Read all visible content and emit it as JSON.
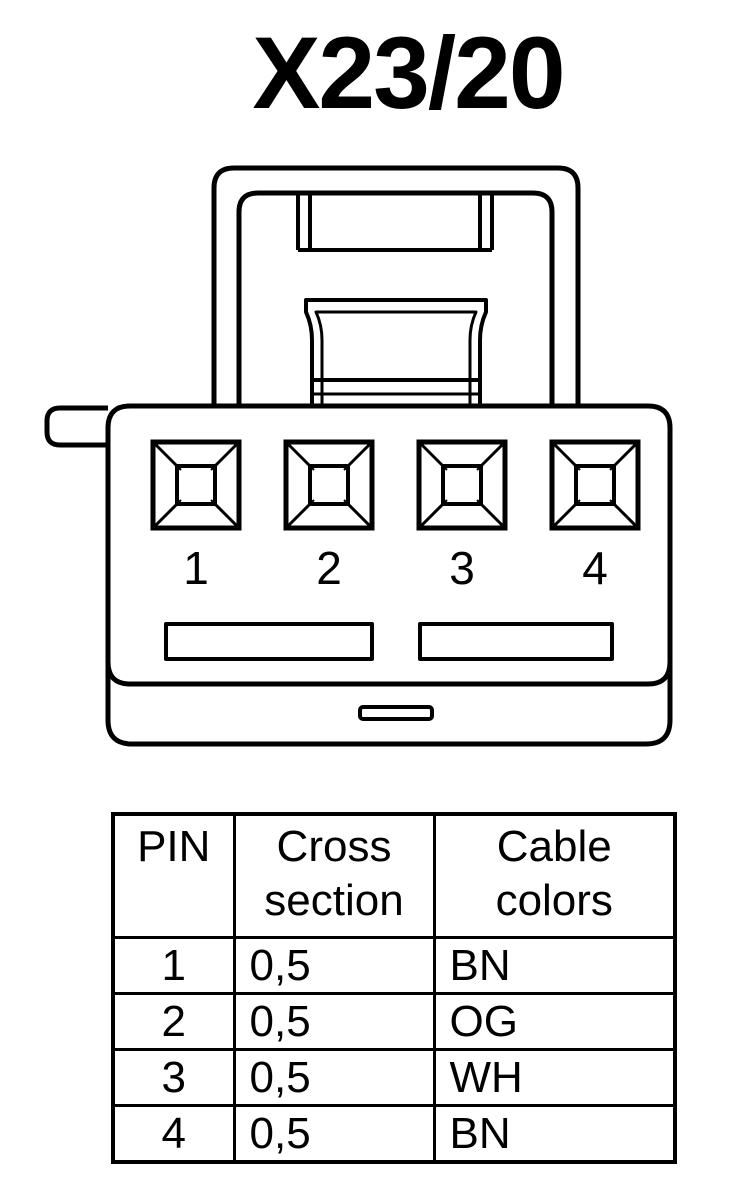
{
  "title": "X23/20",
  "connector": {
    "pins": [
      "1",
      "2",
      "3",
      "4"
    ]
  },
  "table": {
    "headers": {
      "pin": "PIN",
      "cross_section": [
        "Cross",
        "section"
      ],
      "cable_colors": [
        "Cable",
        "colors"
      ]
    },
    "rows": [
      {
        "pin": "1",
        "cross_section": "0,5",
        "color": "BN"
      },
      {
        "pin": "2",
        "cross_section": "0,5",
        "color": "OG"
      },
      {
        "pin": "3",
        "cross_section": "0,5",
        "color": "WH"
      },
      {
        "pin": "4",
        "cross_section": "0,5",
        "color": "BN"
      }
    ]
  }
}
